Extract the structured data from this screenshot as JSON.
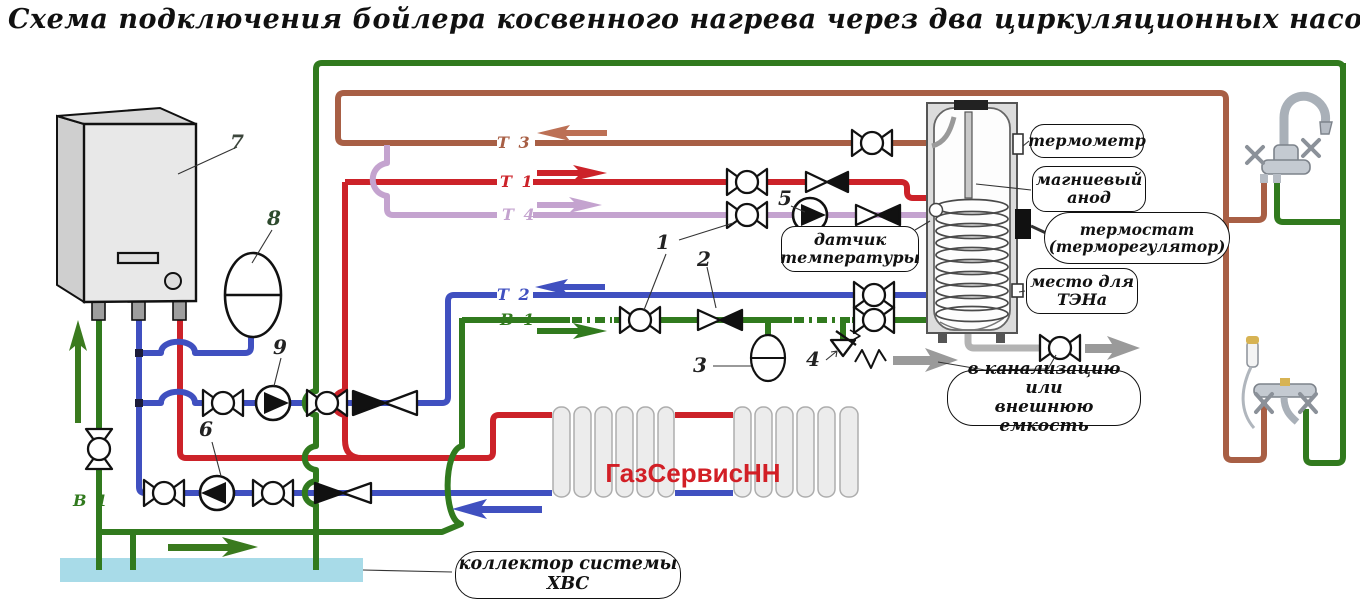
{
  "title": "Схема подключения бойлера косвенного нагрева через два циркуляционных насоса.",
  "pipe_labels": {
    "t3": "Т 3",
    "t1": "Т 1",
    "t4": "Т 4",
    "t2": "Т 2",
    "b1": "В 1",
    "b1_bottom": "В 1"
  },
  "component_numbers": {
    "n1": "1",
    "n2": "2",
    "n3": "3",
    "n4": "4",
    "n5": "5",
    "n6": "6",
    "n7": "7",
    "n8": "8",
    "n9": "9"
  },
  "callouts": {
    "thermometer": {
      "text": "термометр"
    },
    "anode": {
      "line1": "магниевый",
      "line2": "анод"
    },
    "thermostat": {
      "line1": "термостат",
      "line2": "(терморегулятор)"
    },
    "heater_place": {
      "line1": "место для",
      "line2": "ТЭНа"
    },
    "temp_sensor": {
      "line1": "датчик",
      "line2": "температуры"
    },
    "drain": {
      "line1": "в канализацию или",
      "line2": "внешнюю емкость"
    },
    "collector": {
      "text": "коллектор системы ХВС"
    }
  },
  "brand_text": "ГазСервисНН",
  "colors": {
    "heating_supply_red": "#cc2229",
    "heating_return_blue": "#4050c0",
    "cold_water_green": "#317a1e",
    "hot_recirc_brown": "#a85f45",
    "dhw_loop_lilac": "#c4a3cf",
    "drain_gray": "#9a9a9a",
    "collector_fill": "#a8dbe8",
    "brand_red": "#d21f26"
  }
}
